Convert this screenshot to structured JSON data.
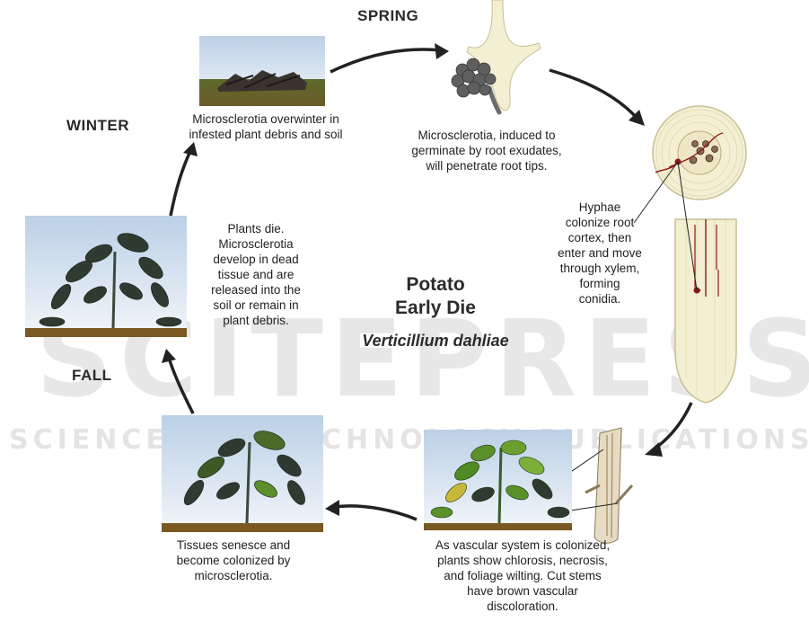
{
  "seasons": {
    "spring": "SPRING",
    "winter": "WINTER",
    "fall": "FALL"
  },
  "center": {
    "line1": "Potato",
    "line2": "Early Die",
    "species": "Verticillium dahliae"
  },
  "captions": {
    "winter": [
      "Microsclerotia overwinter in",
      "infested plant debris and soil"
    ],
    "spring": [
      "Microsclerotia, induced to",
      "germinate by root exudates,",
      "will penetrate root tips."
    ],
    "hyphae": [
      "Hyphae",
      "colonize root",
      "cortex, then",
      "enter and move",
      "through xylem,",
      "forming",
      "conidia."
    ],
    "vascular": [
      "As vascular system is colonized,",
      "plants show chlorosis, necrosis,",
      "and foliage wilting. Cut stems",
      "have brown vascular",
      "discoloration."
    ],
    "senesce": [
      "Tissues senesce and",
      "become colonized by",
      "microsclerotia."
    ],
    "die": [
      "Plants die.",
      "Microsclerotia",
      "develop in dead",
      "tissue and are",
      "released into the",
      "soil or remain in",
      "plant debris."
    ]
  },
  "watermark": {
    "big": "SCITEPRESS",
    "small": "SCIENCE AND TECHNOLOGY PUBLICATIONS"
  },
  "colors": {
    "arrow": "#222222",
    "hyphae": "#8b1a1a",
    "foliage_dark": "#2f3a30",
    "foliage_green": "#5a8f2a",
    "soil": "#7a5a22"
  }
}
